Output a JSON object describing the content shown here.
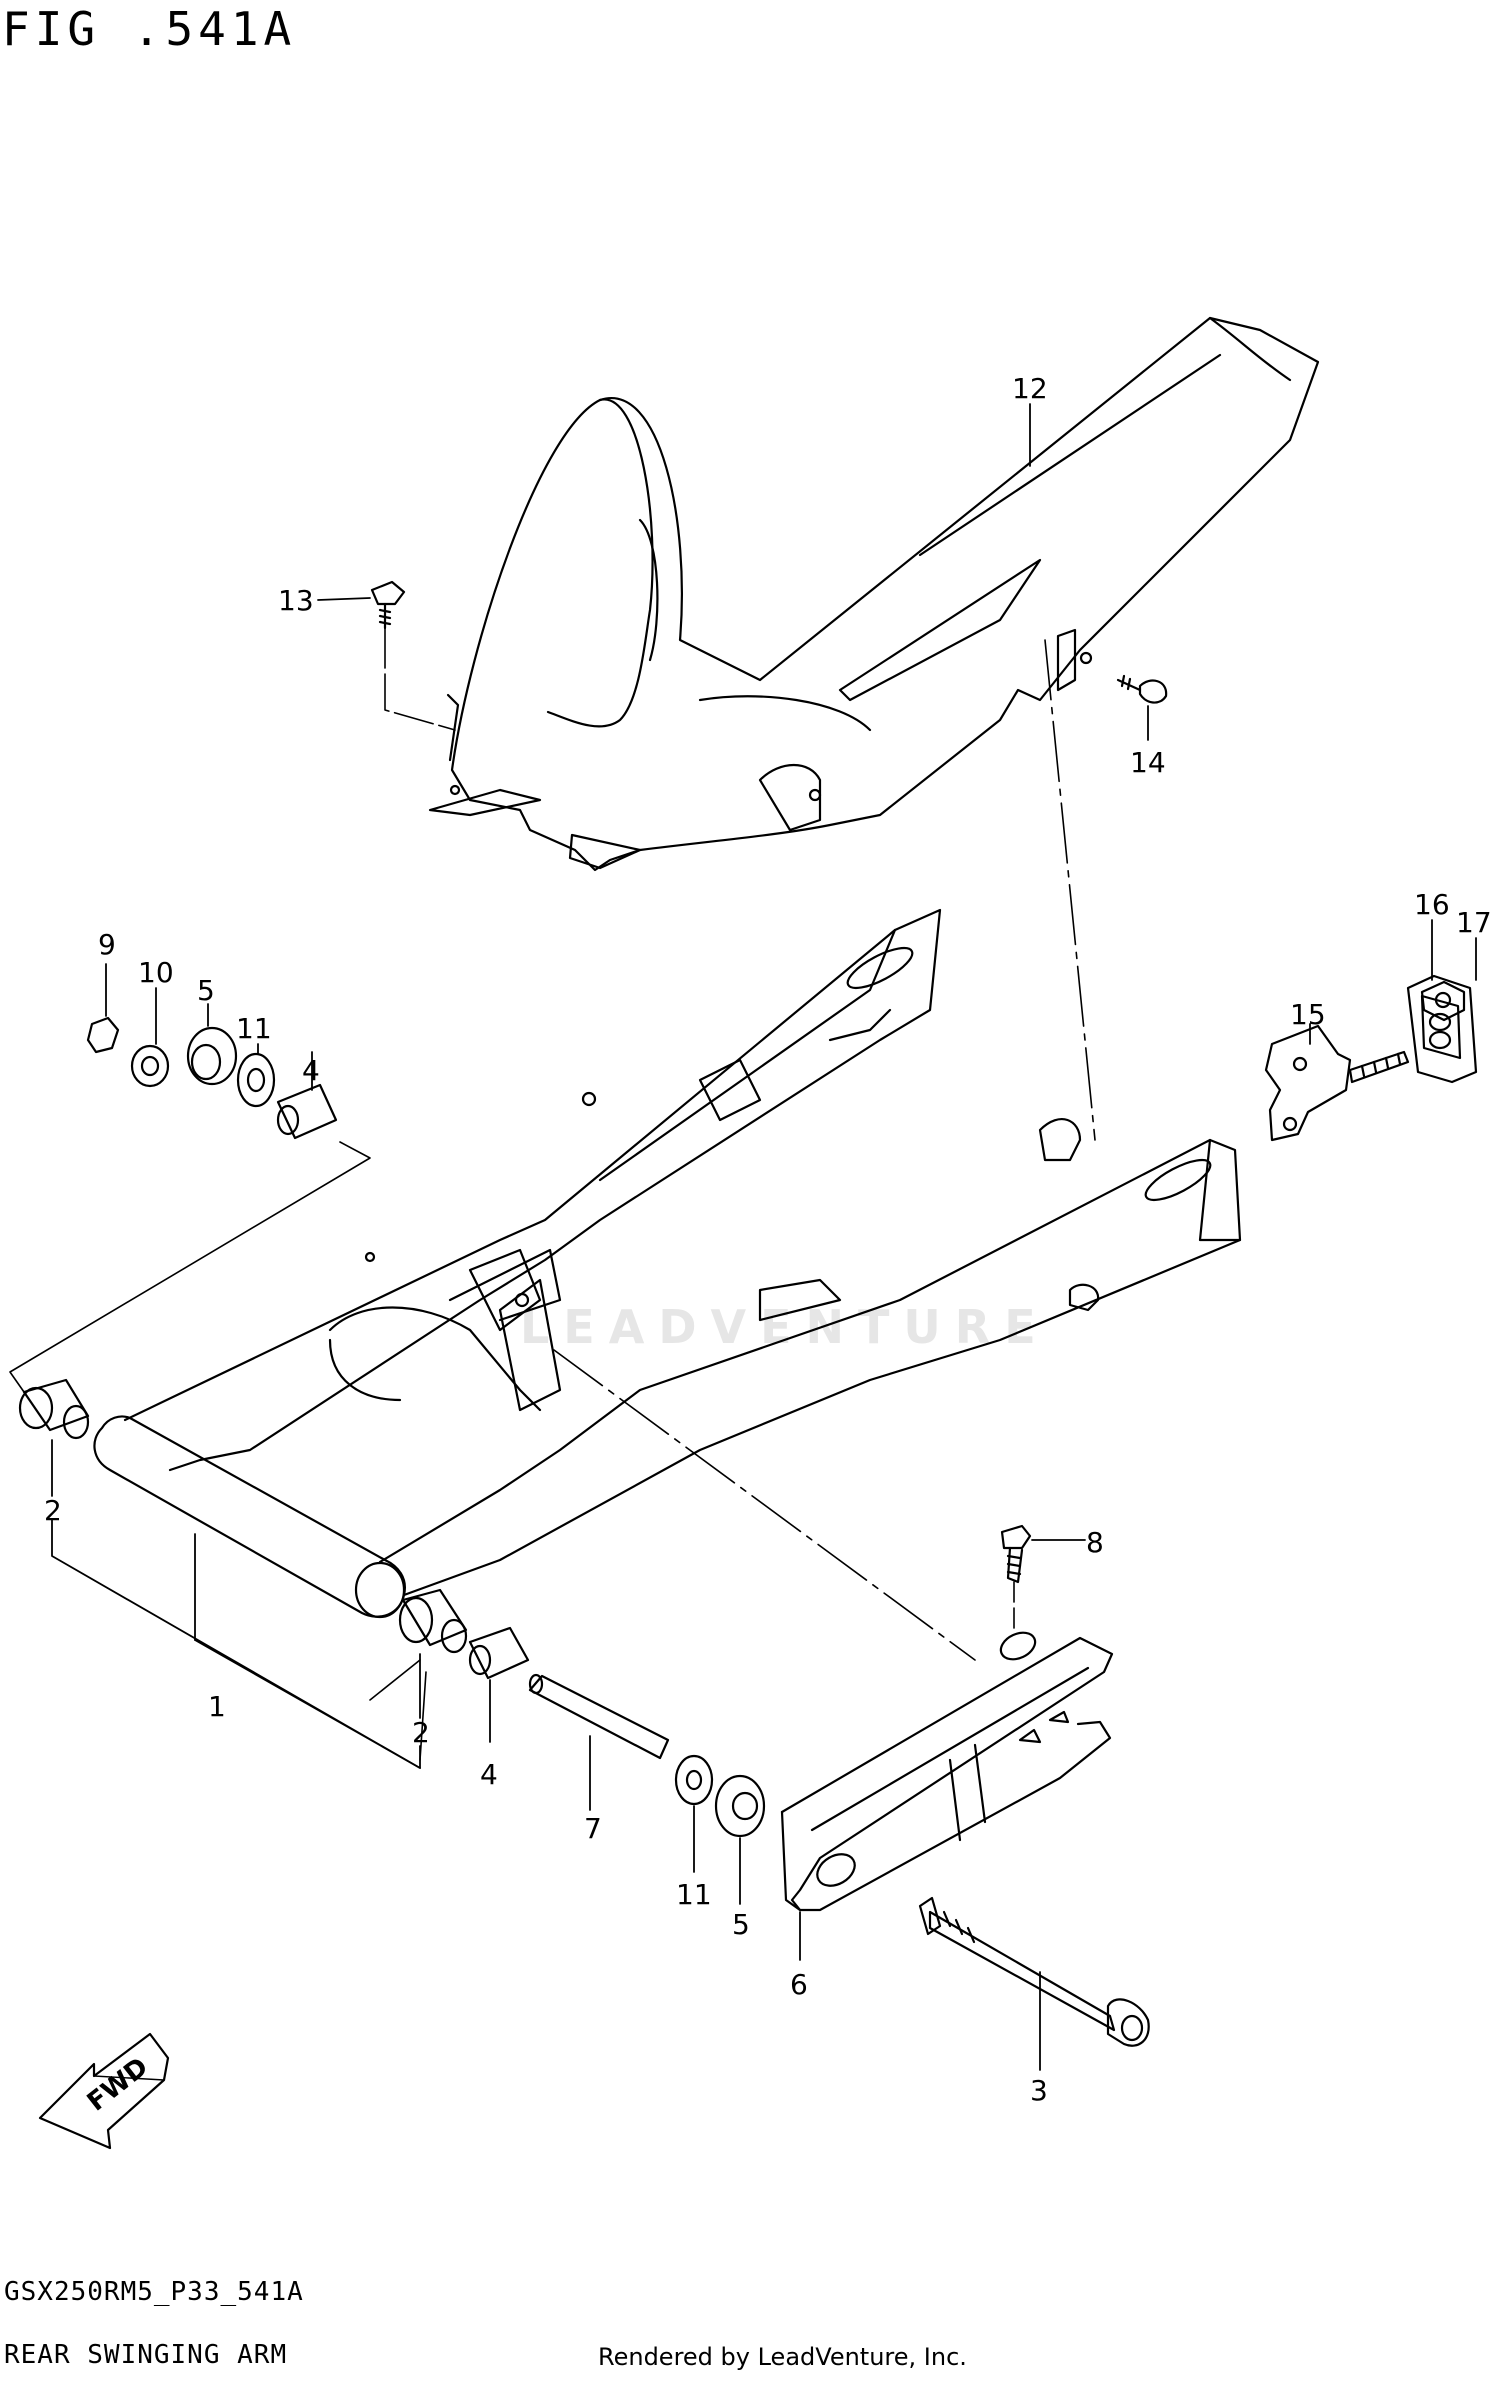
{
  "figure": {
    "title": "FIG .541A"
  },
  "footer": {
    "model_code": "GSX250RM5_P33_541A",
    "section_name": "REAR SWINGING ARM",
    "credit": "Rendered by LeadVenture, Inc."
  },
  "watermark": {
    "text": "LEADVENTURE"
  },
  "fwd_arrow": {
    "label": "FWD"
  },
  "callouts": [
    {
      "number": "1",
      "part": "swinging-arm"
    },
    {
      "number": "2",
      "part": "bearing"
    },
    {
      "number": "2",
      "part": "bearing"
    },
    {
      "number": "3",
      "part": "pivot-bolt"
    },
    {
      "number": "4",
      "part": "spacer"
    },
    {
      "number": "4",
      "part": "spacer"
    },
    {
      "number": "5",
      "part": "oil-seal"
    },
    {
      "number": "5",
      "part": "oil-seal"
    },
    {
      "number": "6",
      "part": "chain-buffer"
    },
    {
      "number": "7",
      "part": "pivot-spacer"
    },
    {
      "number": "8",
      "part": "buffer-bolt"
    },
    {
      "number": "9",
      "part": "nut"
    },
    {
      "number": "10",
      "part": "washer"
    },
    {
      "number": "11",
      "part": "washer"
    },
    {
      "number": "11",
      "part": "washer"
    },
    {
      "number": "12",
      "part": "chain-case"
    },
    {
      "number": "13",
      "part": "screw"
    },
    {
      "number": "14",
      "part": "screw"
    },
    {
      "number": "15",
      "part": "chain-adjuster"
    },
    {
      "number": "16",
      "part": "adjuster-plate"
    },
    {
      "number": "17",
      "part": "adjuster-nut"
    }
  ]
}
